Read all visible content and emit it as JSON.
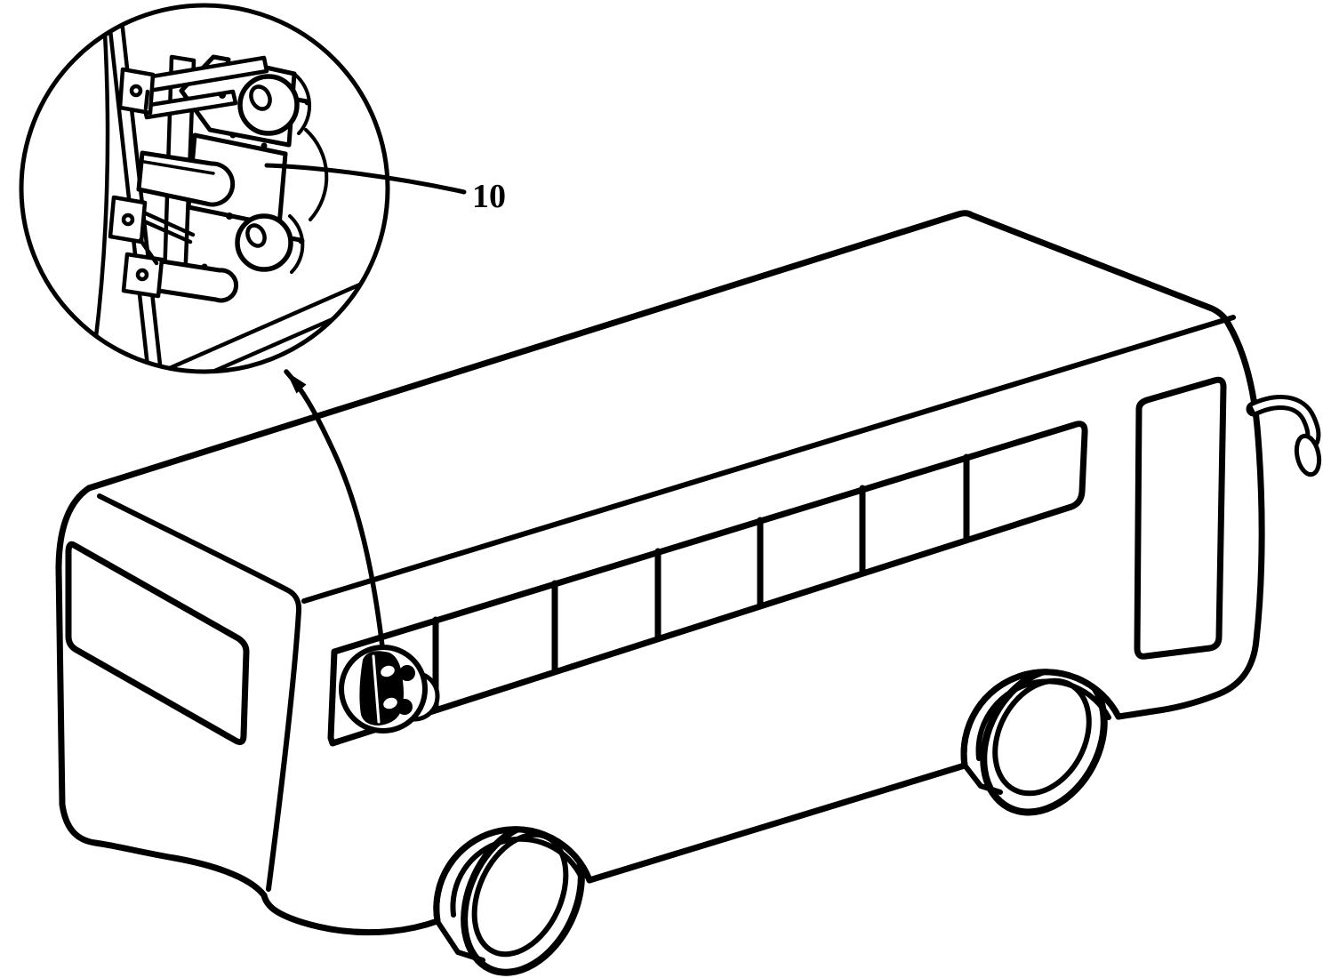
{
  "figure": {
    "type": "patent-line-drawing",
    "label": "10",
    "background_color": "#ffffff",
    "ink_color": "#000000",
    "callout": {
      "shape": "circle",
      "content_name": "window-mounted-device-detail"
    },
    "elements": [
      "detail-callout-circle",
      "device-mechanism",
      "leader-line",
      "reference-label-10",
      "pointer-arrow",
      "bus-body",
      "rear-window",
      "side-window-band",
      "window-device",
      "front-door-window",
      "rear-wheel",
      "front-wheel",
      "side-mirror"
    ]
  }
}
